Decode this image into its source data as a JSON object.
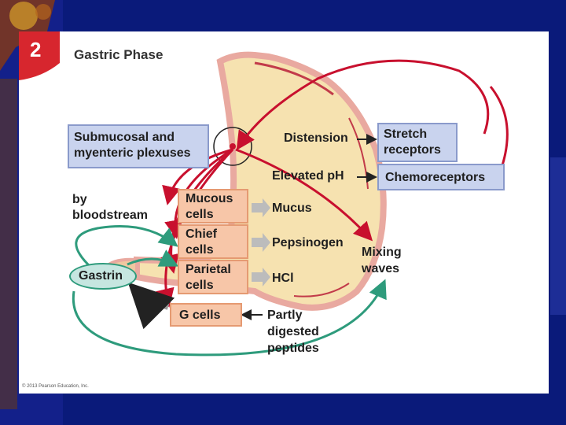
{
  "figure": {
    "number": "2",
    "title": "Gastric Phase",
    "copyright": "© 2013 Pearson Education, Inc."
  },
  "labels": {
    "submucosal": "Submucosal and myenteric plexuses",
    "distension": "Distension",
    "stretch_receptors": "Stretch receptors",
    "elevated_ph": "Elevated pH",
    "chemoreceptors": "Chemoreceptors",
    "by_bloodstream": "by bloodstream",
    "gastrin": "Gastrin",
    "mucous_cells": "Mucous cells",
    "mucus": "Mucus",
    "chief_cells": "Chief cells",
    "pepsinogen": "Pepsinogen",
    "parietal_cells": "Parietal cells",
    "hcl": "HCl",
    "g_cells": "G cells",
    "partly_digested_peptides": "Partly digested peptides",
    "mixing_waves": "Mixing waves"
  },
  "colors": {
    "nerve_arrow": "#c8102e",
    "hormone_arrow": "#2e9b7c",
    "stomach": "#f6e2b0",
    "stomach_wall": "#e9a9a0",
    "cell_box": "#f7c6a8",
    "receptor_box": "#c9d3ee",
    "panel_badge": "#d7262e",
    "slide_background": "#0a1a7a"
  }
}
